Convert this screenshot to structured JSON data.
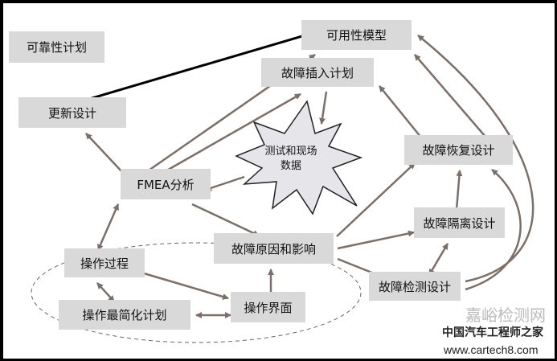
{
  "nodes": {
    "reliability_plan": "可靠性计划",
    "availability_model": "可用性模型",
    "fault_injection_plan": "故障插入计划",
    "update_design": "更新设计",
    "fmea": "FMEA分析",
    "test_field_data_1": "测试和现场",
    "test_field_data_2": "数据",
    "fault_recovery": "故障恢复设计",
    "fault_isolation": "故障隔离设计",
    "fault_cause_effect": "故障原因和影响",
    "fault_detection": "故障检测设计",
    "operation_process": "操作过程",
    "operation_simplify_plan": "操作最简化计划",
    "operation_interface": "操作界面"
  },
  "watermark": {
    "line1": "中国汽车工程师之家",
    "line2": "www.cartech8.com",
    "faint": "嘉峪检测网"
  },
  "colors": {
    "box": "#d9d9d9",
    "arrow": "#7b6f69",
    "black_arrow": "#000000"
  }
}
